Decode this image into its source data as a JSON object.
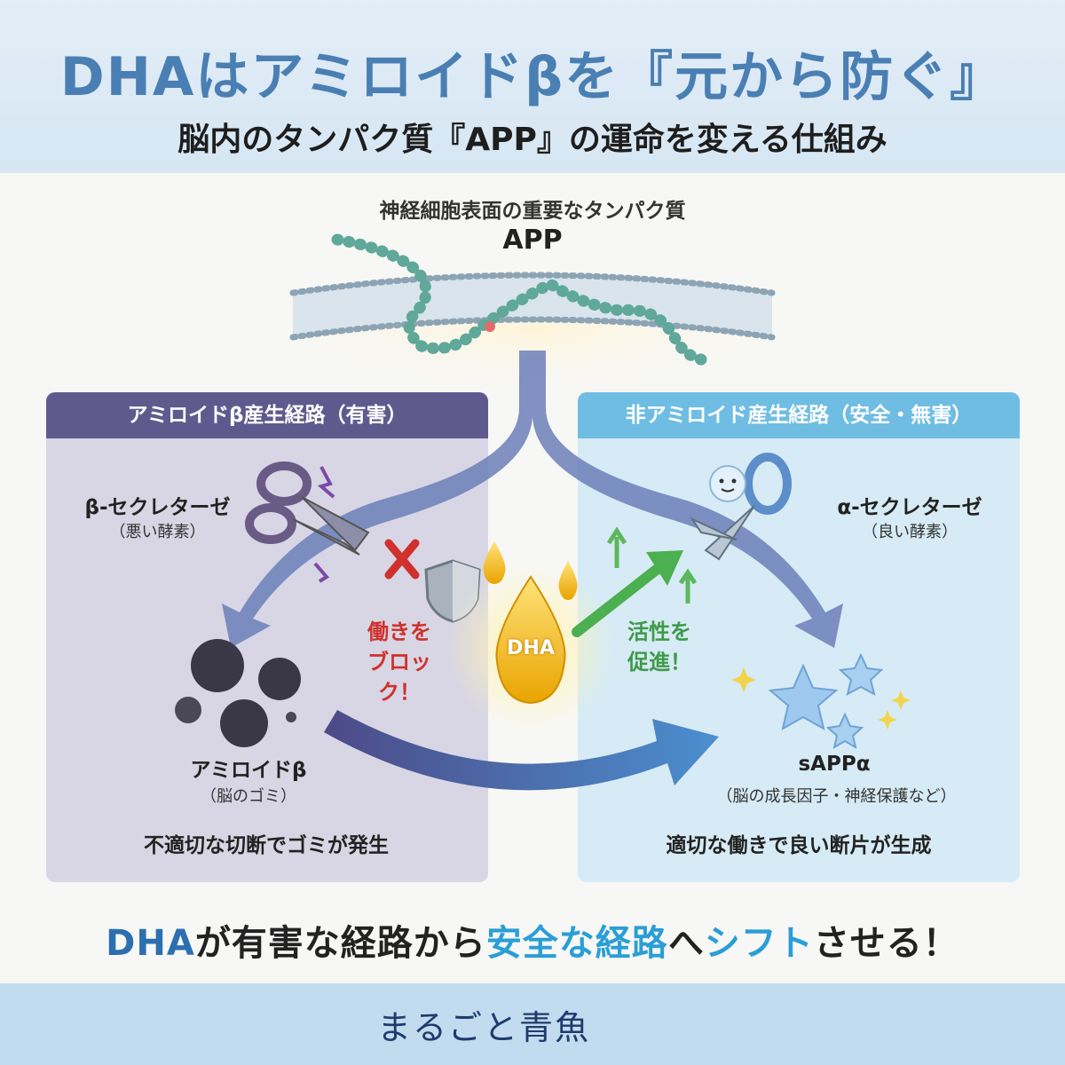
{
  "header": {
    "title": "DHAはアミロイドβを『元から防ぐ』",
    "subtitle": "脳内のタンパク質『APP』の運命を変える仕組み"
  },
  "app": {
    "description": "神経細胞表面の重要なタンパク質",
    "label": "APP"
  },
  "left_panel": {
    "heading": "アミロイドβ産生経路（有害）",
    "enzyme": "β-セクレターゼ",
    "enzyme_note": "（悪い酵素）",
    "result": "アミロイドβ",
    "result_note": "（脳のゴミ）",
    "description": "不適切な切断でゴミが発生",
    "color": "#5f5a8e"
  },
  "right_panel": {
    "heading": "非アミロイド産生経路（安全・無害）",
    "enzyme": "α-セクレターゼ",
    "enzyme_note": "（良い酵素）",
    "result": "sAPPα",
    "result_note": "（脳の成長因子・神経保護など）",
    "description": "適切な働きで良い断片が生成",
    "color": "#6fbde3"
  },
  "dha": {
    "label": "DHA",
    "block_line1": "働きを",
    "block_line2": "ブロック！",
    "promote_line1": "活性を",
    "promote_line2": "促進！"
  },
  "conclusion": {
    "part1": "DHA",
    "part2": "が有害な経路から",
    "part3": "安全な経路",
    "part4": "へ",
    "part5": "シフト",
    "part6": "させる！"
  },
  "footer": {
    "brand": "まるごと青魚"
  }
}
